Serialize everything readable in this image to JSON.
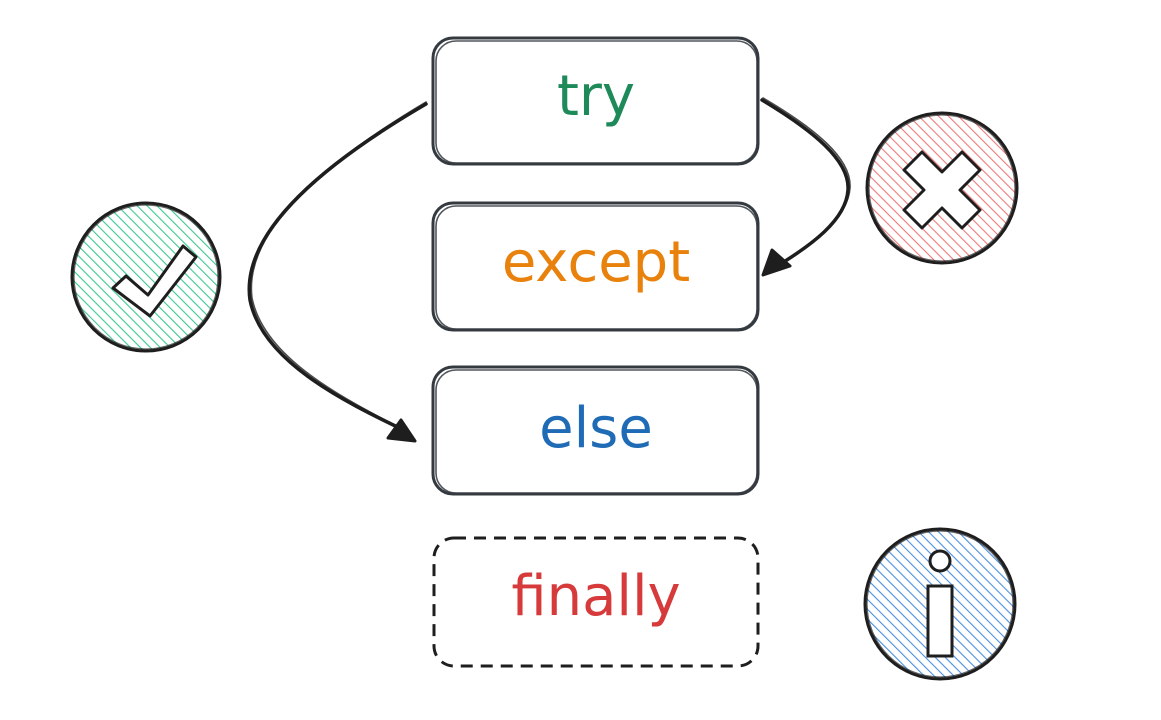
{
  "blocks": {
    "try": {
      "label": "try",
      "color": "#1e8a5a"
    },
    "except": {
      "label": "except",
      "color": "#e8820c"
    },
    "else": {
      "label": "else",
      "color": "#1f6bb5"
    },
    "finally": {
      "label": "finally",
      "color": "#d63a3a"
    }
  },
  "icons": {
    "success": {
      "name": "check-icon",
      "fill": "#3cc98f"
    },
    "error": {
      "name": "x-icon",
      "fill": "#f07a7a"
    },
    "info": {
      "name": "info-icon",
      "fill": "#4a8fe0"
    }
  }
}
